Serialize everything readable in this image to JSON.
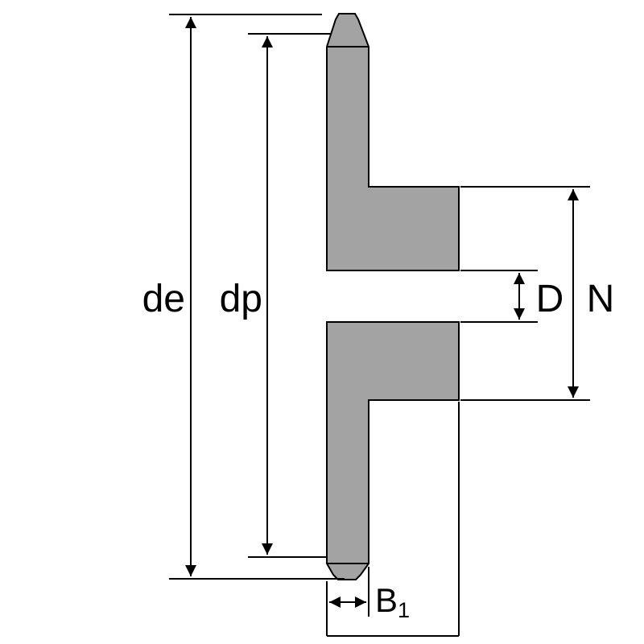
{
  "diagram": {
    "kind": "sprocket cross-section dimension drawing",
    "colors": {
      "background": "#ffffff",
      "shape_fill": "#a3a3a3",
      "line": "#000000"
    },
    "labels": {
      "outer_diameter": "de",
      "pitch_diameter": "dp",
      "bore_diameter": "D",
      "hub_diameter": "N",
      "tooth_width_base": "B",
      "tooth_width_sub": "1"
    }
  }
}
